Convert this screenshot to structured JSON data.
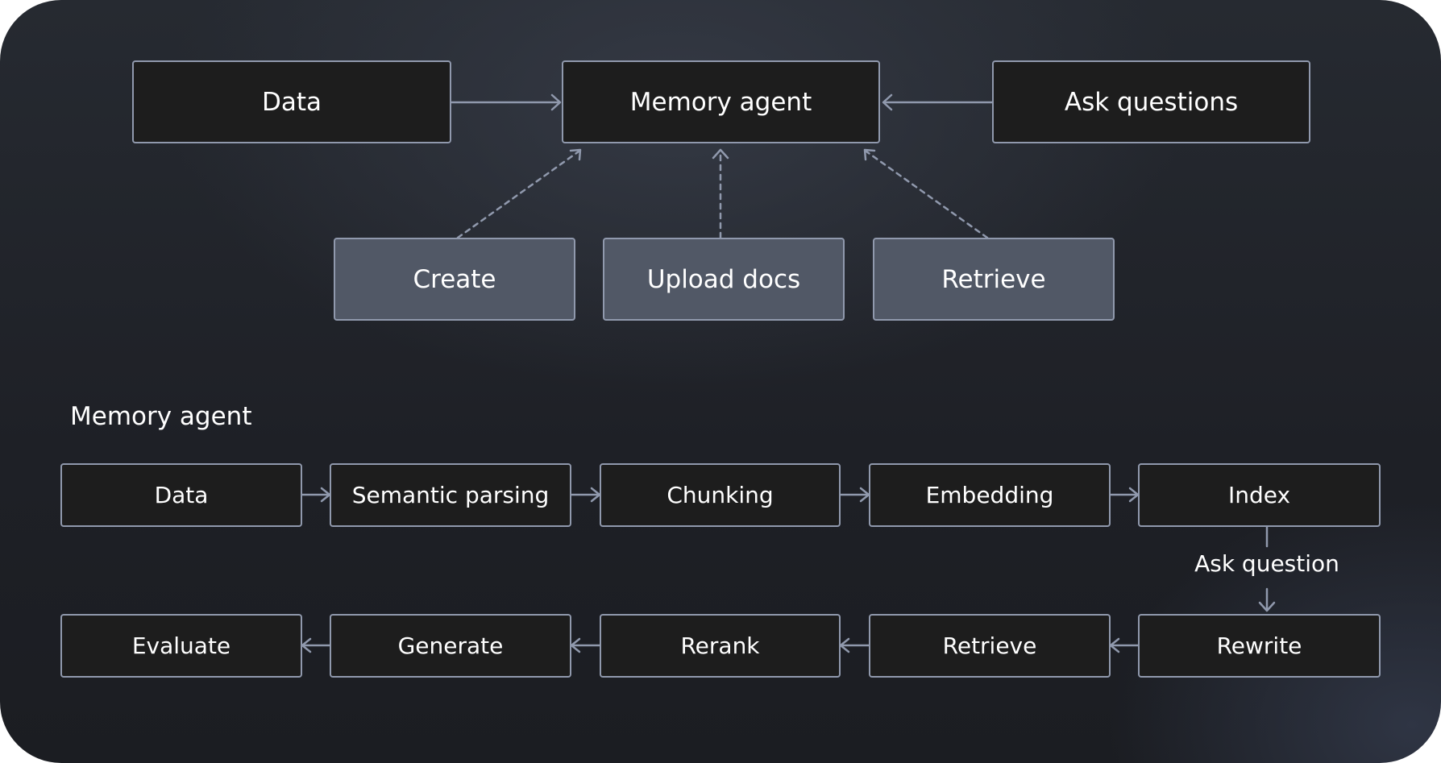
{
  "overview": {
    "data_label": "Data",
    "memory_agent_label": "Memory agent",
    "ask_questions_label": "Ask questions",
    "tools": {
      "create_label": "Create",
      "upload_docs_label": "Upload docs",
      "retrieve_label": "Retrieve"
    }
  },
  "pipeline": {
    "section_title": "Memory agent",
    "ingest_steps": [
      "Data",
      "Semantic parsing",
      "Chunking",
      "Embedding",
      "Index"
    ],
    "transition_label": "Ask question",
    "query_steps": [
      "Rewrite",
      "Retrieve",
      "Rerank",
      "Generate",
      "Evaluate"
    ]
  },
  "colors": {
    "box_fill": "#1d1d1d",
    "tool_fill": "#515866",
    "stroke": "#9099ad",
    "text": "#ffffff"
  }
}
